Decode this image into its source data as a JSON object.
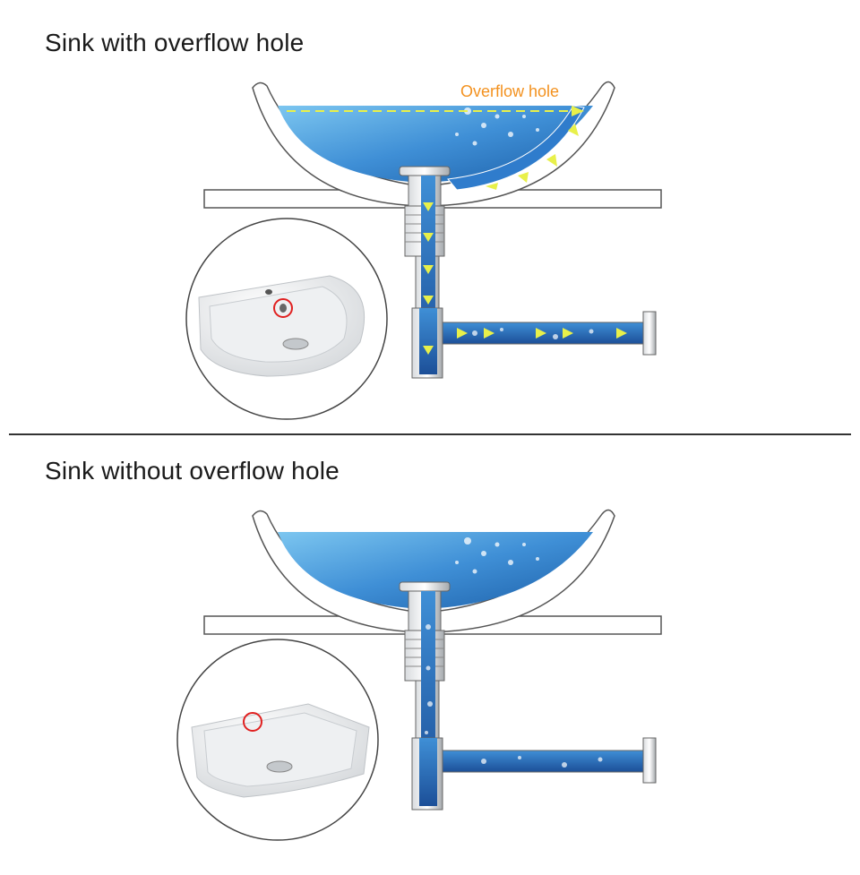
{
  "colors": {
    "water_light": "#5fb4e8",
    "water_dark": "#1c5fa8",
    "ceramic": "#ffffff",
    "outline": "#444444",
    "arrow": "#e8f04a",
    "overflow_label": "#f39220",
    "marker": "#e02020",
    "metal": "#b8bcc0"
  },
  "sections": [
    {
      "title": "Sink with overflow hole",
      "overflow_label": "Overflow hole",
      "inset_icon": "semicircle-washbasin-icon"
    },
    {
      "title": "Sink without  overflow hole",
      "inset_icon": "rectangular-washbasin-icon"
    }
  ]
}
